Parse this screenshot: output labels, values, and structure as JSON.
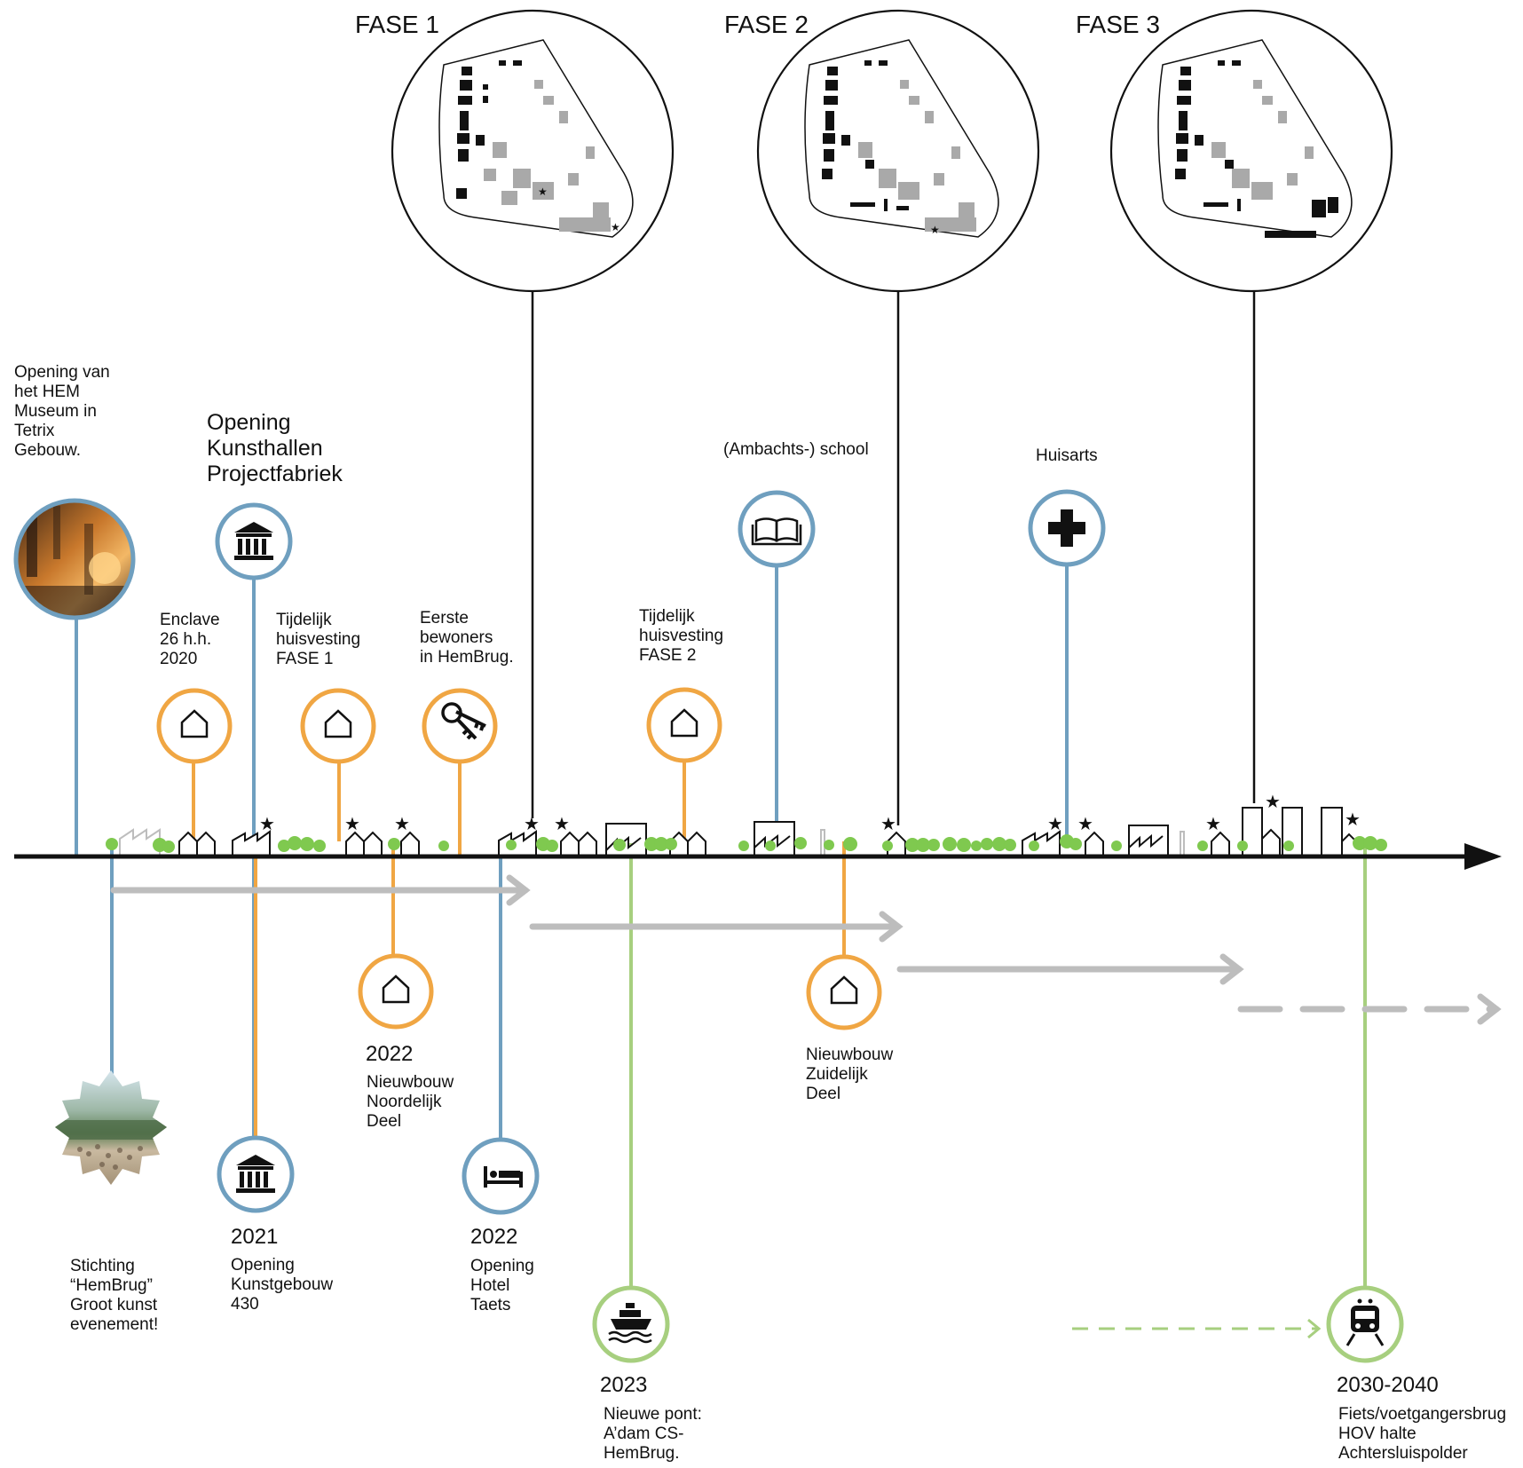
{
  "phases": [
    {
      "label": "FASE 1"
    },
    {
      "label": "FASE 2"
    },
    {
      "label": "FASE 3"
    }
  ],
  "top_events": [
    {
      "text": "Opening van\nhet HEM\nMuseum in\nTetrix\nGebouw.",
      "icon": "photo-museum"
    },
    {
      "text": "Opening\nKunsthallen\nProjectfabriek",
      "icon": "museum-icon"
    },
    {
      "text": "Enclave\n26 h.h.\n2020",
      "icon": "house-icon"
    },
    {
      "text": "Tijdelijk\nhuisvesting\nFASE 1",
      "icon": "house-icon"
    },
    {
      "text": "Eerste\nbewoners\nin HemBrug.",
      "icon": "keys-icon"
    },
    {
      "text": "Tijdelijk\nhuisvesting\nFASE 2",
      "icon": "house-icon"
    },
    {
      "text": "(Ambachts-) school",
      "icon": "book-icon"
    },
    {
      "text": "Huisarts",
      "icon": "medical-cross-icon"
    }
  ],
  "bottom_events": [
    {
      "year": "",
      "text": "Stichting\n“HemBrug”\nGroot kunst\nevenement!",
      "icon": "photo-event"
    },
    {
      "year": "2021",
      "text": "Opening\nKunstgebouw\n430",
      "icon": "museum-icon"
    },
    {
      "year": "2022",
      "text": "Nieuwbouw\nNoordelijk\nDeel",
      "icon": "house-icon"
    },
    {
      "year": "2022",
      "text": "Opening\nHotel\nTaets",
      "icon": "bed-icon"
    },
    {
      "year": "",
      "text": "Nieuwbouw\nZuidelijk\nDeel",
      "icon": "house-icon"
    },
    {
      "year": "2023",
      "text": "Nieuwe pont:\nA’dam CS-\nHemBrug.",
      "icon": "ferry-icon"
    },
    {
      "year": "2030-2040",
      "text": "Fiets/voetgangersbrug\nHOV halte\nAchtersluispolder",
      "icon": "train-icon"
    }
  ],
  "colors": {
    "blue": "#6f9fbf",
    "orange": "#f0a643",
    "green": "#a7cf7f",
    "tree_green": "#7fc94f",
    "gray": "#bdbdbd",
    "black": "#111111"
  }
}
